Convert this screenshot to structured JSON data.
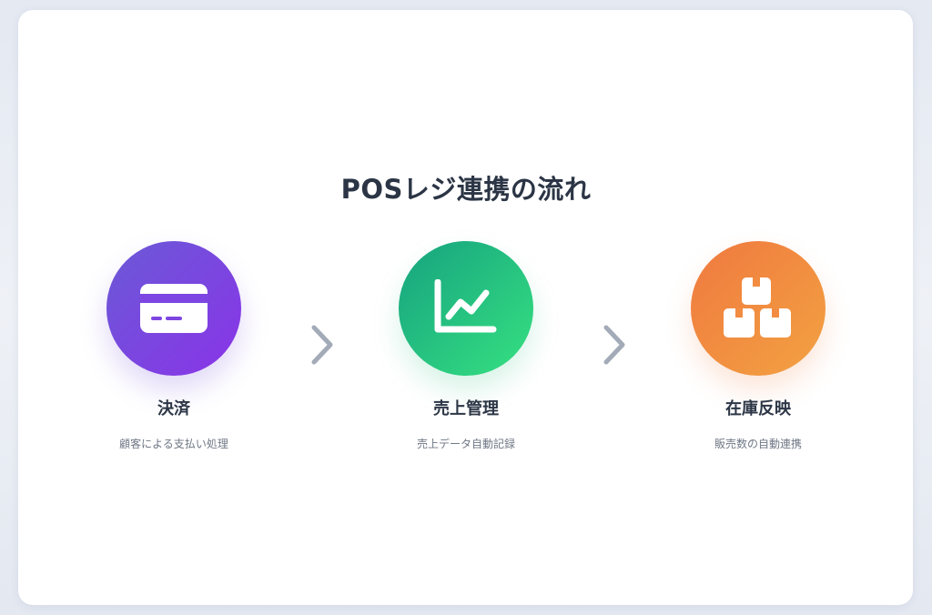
{
  "title": "POSレジ連携の流れ",
  "steps": [
    {
      "label": "決済",
      "description": "顧客による支払い処理",
      "icon": "credit-card-icon",
      "color_from": "#6a5ad6",
      "color_to": "#8a33e8"
    },
    {
      "label": "売上管理",
      "description": "売上データ自動記録",
      "icon": "line-chart-icon",
      "color_from": "#16a27f",
      "color_to": "#36e181"
    },
    {
      "label": "在庫反映",
      "description": "販売数の自動連携",
      "icon": "boxes-icon",
      "color_from": "#f0793f",
      "color_to": "#f2a242"
    }
  ],
  "arrow_icon": "chevron-right-icon",
  "colors": {
    "title": "#2b3545",
    "description": "#6f7785",
    "arrow": "#a3abb8"
  }
}
